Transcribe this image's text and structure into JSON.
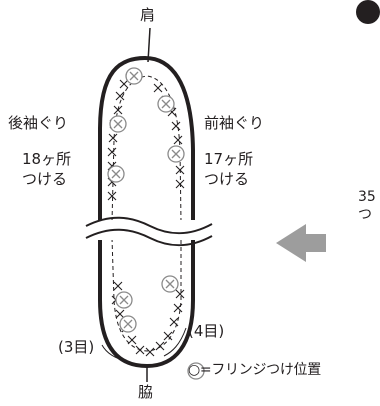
{
  "labels": {
    "shoulder": "肩",
    "back_armhole": "後袖ぐり",
    "back_count": "18ヶ所",
    "back_attach": "つける",
    "front_armhole": "前袖ぐり",
    "front_count": "17ヶ所",
    "front_attach": "つける",
    "left_stitches": "(3目)",
    "right_stitches": "(4目)",
    "side": "脇",
    "legend": "○=フリンジつけ位置",
    "edge_number": "35",
    "edge_text": "つ"
  },
  "colors": {
    "outline": "#231f20",
    "marker": "#8a8a8a",
    "arrow": "#9d9d9d"
  },
  "icons": {
    "marker": "circled-x-icon",
    "stitch": "cross-stitch-icon",
    "arrow": "left-arrow-icon",
    "bullet": "black-dot-icon"
  }
}
